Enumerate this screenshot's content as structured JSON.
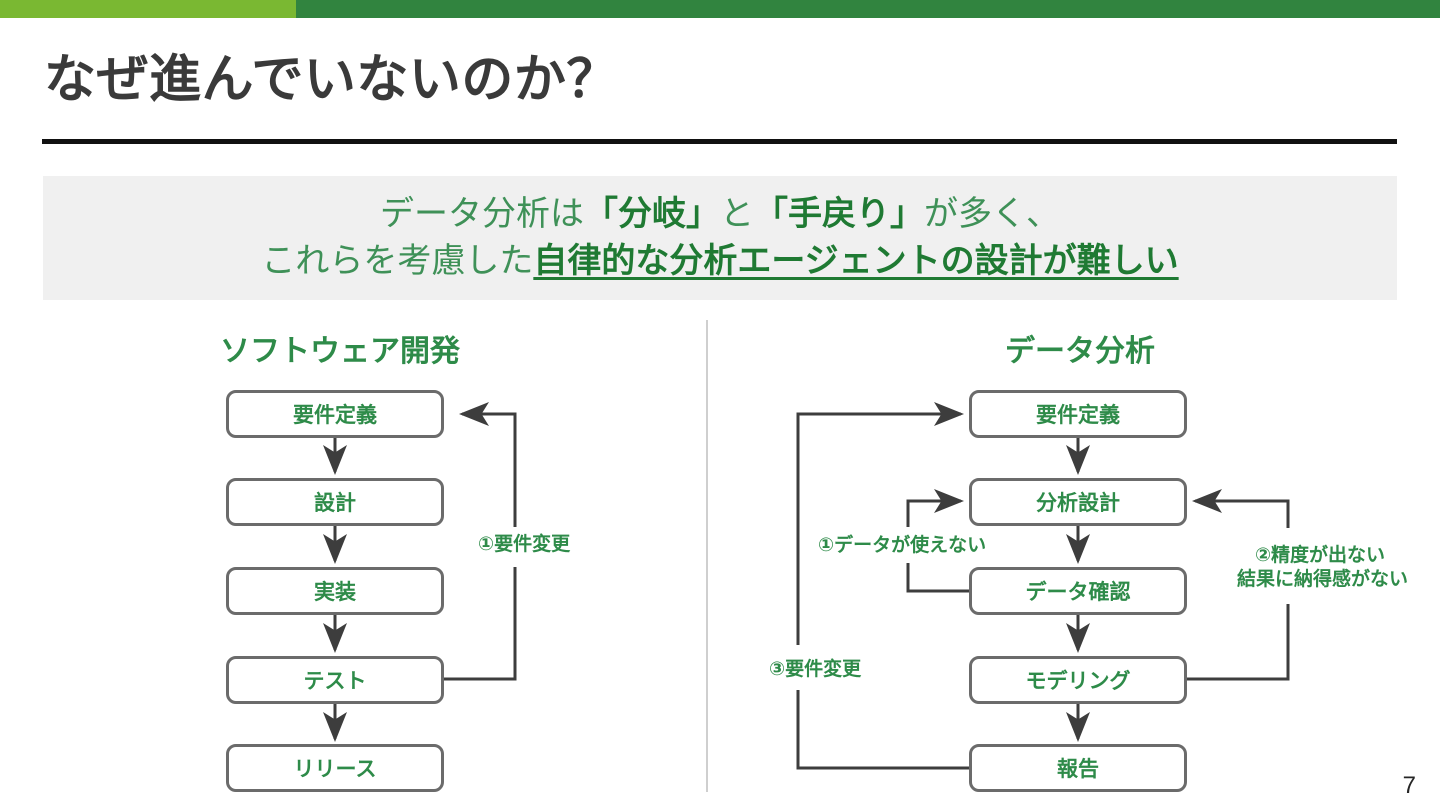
{
  "slide": {
    "title": "なぜ進んでいないのか？",
    "page_number": "7",
    "accent_light": "#7ab832",
    "accent_dark": "#31843f",
    "text_green": "#2e8b49",
    "banner_bg": "#f0f0f0",
    "box_border": "#6b6b6b"
  },
  "banner": {
    "line1_a": "データ分析は",
    "line1_b": "「分岐」",
    "line1_c": "と",
    "line1_d": "「手戻り」",
    "line1_e": "が多く、",
    "line2_a": "これらを考慮した",
    "line2_b": "自律的な分析エージェントの設計が難しい"
  },
  "left_flow": {
    "title": "ソフトウェア開発",
    "steps": [
      {
        "label": "要件定義"
      },
      {
        "label": "設計"
      },
      {
        "label": "実装"
      },
      {
        "label": "テスト"
      },
      {
        "label": "リリース"
      }
    ],
    "annotations": [
      {
        "label": "①要件変更",
        "from": "テスト",
        "to": "要件定義"
      }
    ]
  },
  "right_flow": {
    "title": "データ分析",
    "steps": [
      {
        "label": "要件定義"
      },
      {
        "label": "分析設計"
      },
      {
        "label": "データ確認"
      },
      {
        "label": "モデリング"
      },
      {
        "label": "報告"
      }
    ],
    "annotations": [
      {
        "label": "①データが使えない",
        "from": "データ確認",
        "to": "分析設計"
      },
      {
        "label_line1": "②精度が出ない",
        "label_line2": "結果に納得感がない",
        "from": "モデリング",
        "to": "分析設計"
      },
      {
        "label": "③要件変更",
        "from": "報告",
        "to": "要件定義"
      }
    ]
  }
}
